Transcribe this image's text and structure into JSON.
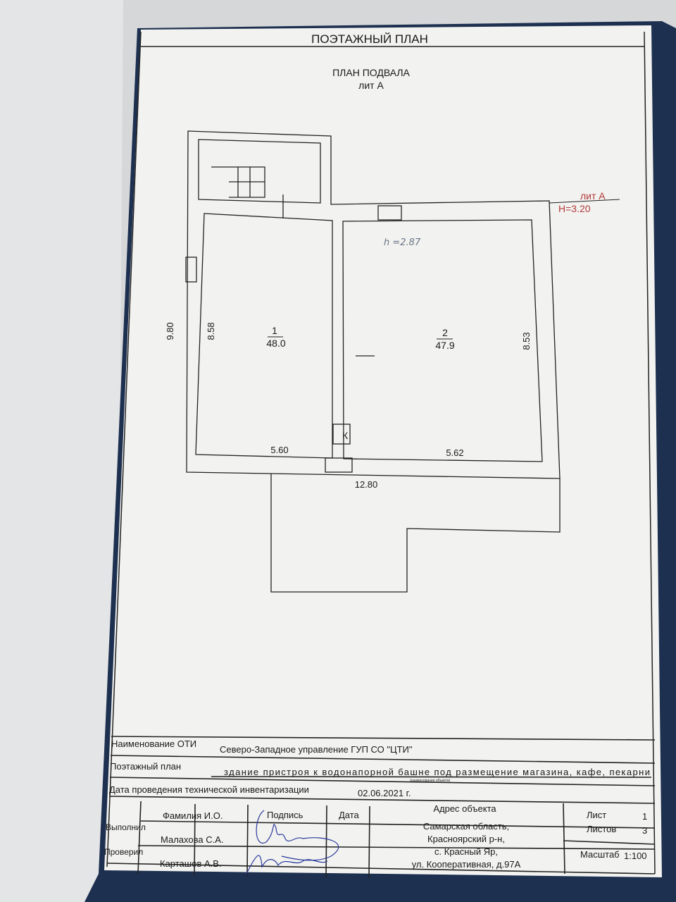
{
  "header": {
    "title": "ПОЭТАЖНЫЙ ПЛАН",
    "plan_title": "ПЛАН ПОДВАЛА",
    "plan_subtitle": "лит А"
  },
  "plan": {
    "lit_label": "лит А",
    "height_label": "H=3.20",
    "ceiling_height": "h =2.87",
    "rooms": [
      {
        "number": "1",
        "area": "48.0",
        "length": "8.58",
        "width": "5.60"
      },
      {
        "number": "2",
        "area": "47.9",
        "length": "8.53",
        "width": "5.62"
      }
    ],
    "overall_length": "9.80",
    "overall_width": "12.80",
    "chimney_mark": "К"
  },
  "stamp": {
    "oti_label": "Наименование ОТИ",
    "oti_value": "Северо-Западное управление ГУП СО \"ЦТИ\"",
    "plan_label": "Поэтажный план",
    "object_name": "здание пристроя к водонапорной башне под размещение магазина, кафе, пекарни",
    "object_caption": "(наименование объекта)",
    "inventory_label": "Дата проведения технической инвентаризации",
    "inventory_date": "02.06.2021 г.",
    "col_name": "Фамилия И.О.",
    "col_signature": "Подпись",
    "col_date": "Дата",
    "address_label": "Адрес объекта",
    "address_lines": [
      "Самарская область,",
      "Красноярский р-н,",
      "с. Красный Яр,",
      "ул. Кооперативная, д.97А"
    ],
    "performed_label": "Выполнил",
    "performed_name": "Малахова С.А.",
    "checked_label": "Проверил",
    "checked_name": "Карташов А.В.",
    "sheet_label": "Лист",
    "sheet_value": "1",
    "sheets_label": "Листов",
    "sheets_value": "3",
    "scale_label": "Масштаб",
    "scale_value": "1:100"
  }
}
